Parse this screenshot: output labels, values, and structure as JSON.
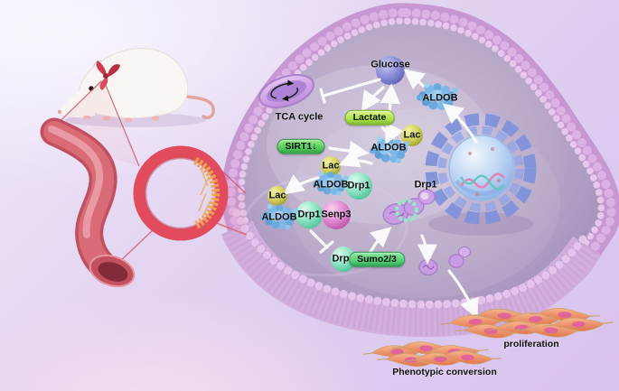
{
  "figure": {
    "labels": {
      "glucose": "Glucose",
      "tca_cycle": "TCA cycle",
      "lactate": "Lactate",
      "sirt1": "SIRT1↓",
      "aldob": "ALDOB",
      "lac": "Lac",
      "drp1": "Drp1",
      "senp3": "Senp3",
      "sumo23": "Sumo2/3",
      "proliferation": "proliferation",
      "phenotypic_conversion": "Phenotypic conversion"
    },
    "colors": {
      "sirt1_green": "#4ec45a",
      "lactate_green": "#a4dd45",
      "sumo_green": "#4fca72",
      "lac_yellow": "#d5d45c",
      "drp1_teal": "#8fe5c4",
      "senp3_pink": "#e38cd3",
      "glucose_purple": "#8e90d9",
      "aldob_blue": "#74b4e4",
      "cell_membrane_pink": "#cf9fd9",
      "cytoplasm_gray_purple": "#b4a3c6",
      "nucleus_blue": "#a8c6ee",
      "er_blue": "#8093dc",
      "mitochondria_purple": "#c79ae2",
      "vessel_red": "#d9485c",
      "smc_orange": "#ec8a60",
      "arrow_white": "#ffffff",
      "background_lavender": "#d9c3ee"
    }
  }
}
